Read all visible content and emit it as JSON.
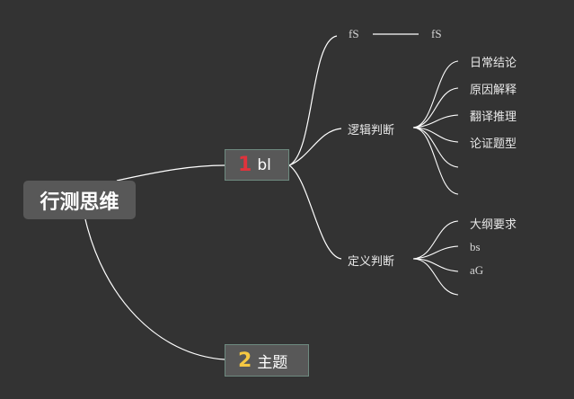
{
  "root": {
    "label": "行测思维"
  },
  "topics": [
    {
      "number": "1",
      "label": "bl"
    },
    {
      "number": "2",
      "label": "主题"
    }
  ],
  "branches": {
    "fs_left": "fS",
    "fs_right": "fS",
    "logic": "逻辑判断",
    "definition": "定义判断"
  },
  "logic_children": [
    "日常结论",
    "原因解释",
    "翻译推理",
    "论证题型",
    "",
    ""
  ],
  "definition_children": [
    "大纲要求",
    "bs",
    "aG",
    ""
  ],
  "colors": {
    "background": "#333333",
    "node_fill": "#585858",
    "connector": "#ffffff",
    "number_1": "#e0333c",
    "number_2": "#f5c842"
  }
}
